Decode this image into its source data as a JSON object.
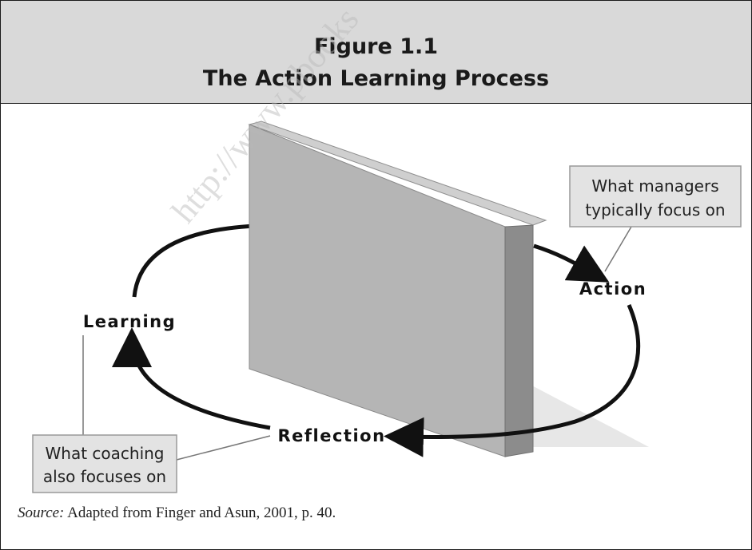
{
  "figure": {
    "label": "Figure 1.1",
    "title": "The Action Learning Process"
  },
  "nodes": {
    "action": "Action",
    "learning": "Learning",
    "reflection": "Reflection"
  },
  "callouts": {
    "managers_line1": "What managers",
    "managers_line2": "typically focus on",
    "coaching_line1": "What coaching",
    "coaching_line2": "also focuses on"
  },
  "source": {
    "prefix": "Source:",
    "text": " Adapted from Finger and Asun, 2001, p. 40."
  },
  "watermark": "http://www.pbooks"
}
